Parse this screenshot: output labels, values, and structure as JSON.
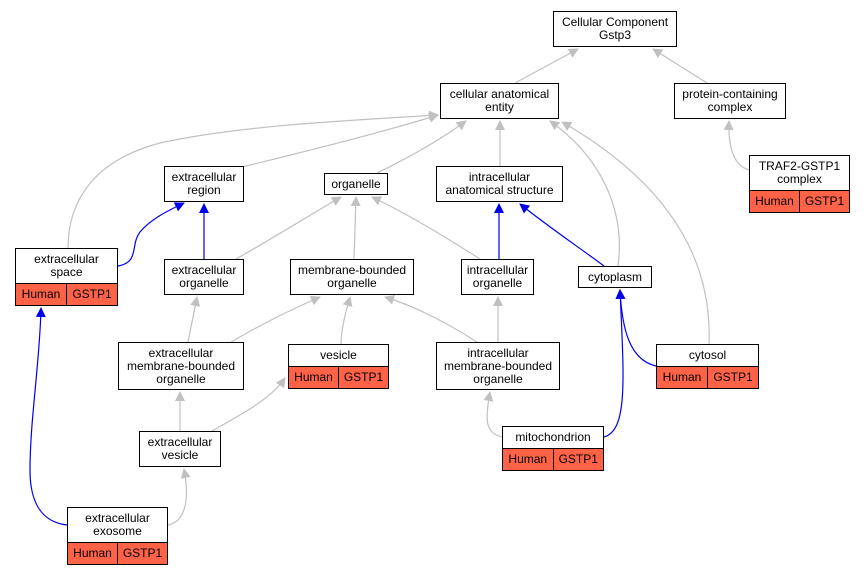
{
  "colors": {
    "is_a": "#c0c0c0",
    "part_of": "#0000ee",
    "annotation": "#ff6347"
  },
  "nodes": {
    "root": {
      "label": "Cellular Component\nGstp3"
    },
    "cae": {
      "label": "cellular anatomical\nentity"
    },
    "pcc": {
      "label": "protein-containing\ncomplex"
    },
    "traf2": {
      "label": "TRAF2-GSTP1\ncomplex",
      "tags": [
        "Human",
        "GSTP1"
      ]
    },
    "ecregion": {
      "label": "extracellular\nregion"
    },
    "organelle": {
      "label": "organelle"
    },
    "ias": {
      "label": "intracellular\nanatomical structure"
    },
    "ecspace": {
      "label": "extracellular\nspace",
      "tags": [
        "Human",
        "GSTP1"
      ]
    },
    "ecorg": {
      "label": "extracellular\norganelle"
    },
    "mbo": {
      "label": "membrane-bounded\norganelle"
    },
    "icorg": {
      "label": "intracellular\norganelle"
    },
    "cytoplasm": {
      "label": "cytoplasm"
    },
    "ecmbo": {
      "label": "extracellular\nmembrane-bounded\norganelle"
    },
    "vesicle": {
      "label": "vesicle",
      "tags": [
        "Human",
        "GSTP1"
      ]
    },
    "icmbo": {
      "label": "intracellular\nmembrane-bounded\norganelle"
    },
    "cytosol": {
      "label": "cytosol",
      "tags": [
        "Human",
        "GSTP1"
      ]
    },
    "ecvesicle": {
      "label": "extracellular\nvesicle"
    },
    "mito": {
      "label": "mitochondrion",
      "tags": [
        "Human",
        "GSTP1"
      ]
    },
    "exosome": {
      "label": "extracellular\nexosome",
      "tags": [
        "Human",
        "GSTP1"
      ]
    }
  },
  "edges": [
    {
      "from": "cae",
      "to": "root",
      "type": "is_a"
    },
    {
      "from": "pcc",
      "to": "root",
      "type": "is_a"
    },
    {
      "from": "traf2",
      "to": "pcc",
      "type": "is_a"
    },
    {
      "from": "ecregion",
      "to": "cae",
      "type": "is_a"
    },
    {
      "from": "organelle",
      "to": "cae",
      "type": "is_a"
    },
    {
      "from": "ias",
      "to": "cae",
      "type": "is_a"
    },
    {
      "from": "ecspace",
      "to": "cae",
      "type": "is_a"
    },
    {
      "from": "cytoplasm",
      "to": "cae",
      "type": "is_a"
    },
    {
      "from": "cytosol",
      "to": "cae",
      "type": "is_a"
    },
    {
      "from": "ecspace",
      "to": "ecregion",
      "type": "part_of"
    },
    {
      "from": "ecorg",
      "to": "ecregion",
      "type": "part_of"
    },
    {
      "from": "ecorg",
      "to": "organelle",
      "type": "is_a"
    },
    {
      "from": "mbo",
      "to": "organelle",
      "type": "is_a"
    },
    {
      "from": "icorg",
      "to": "organelle",
      "type": "is_a"
    },
    {
      "from": "icorg",
      "to": "ias",
      "type": "part_of"
    },
    {
      "from": "cytoplasm",
      "to": "ias",
      "type": "part_of"
    },
    {
      "from": "ecmbo",
      "to": "ecorg",
      "type": "is_a"
    },
    {
      "from": "ecmbo",
      "to": "mbo",
      "type": "is_a"
    },
    {
      "from": "vesicle",
      "to": "mbo",
      "type": "is_a"
    },
    {
      "from": "icmbo",
      "to": "mbo",
      "type": "is_a"
    },
    {
      "from": "icmbo",
      "to": "icorg",
      "type": "is_a"
    },
    {
      "from": "cytosol",
      "to": "cytoplasm",
      "type": "part_of"
    },
    {
      "from": "mito",
      "to": "cytoplasm",
      "type": "part_of"
    },
    {
      "from": "mito",
      "to": "icmbo",
      "type": "is_a"
    },
    {
      "from": "ecvesicle",
      "to": "ecmbo",
      "type": "is_a"
    },
    {
      "from": "ecvesicle",
      "to": "vesicle",
      "type": "is_a"
    },
    {
      "from": "exosome",
      "to": "ecvesicle",
      "type": "is_a"
    },
    {
      "from": "exosome",
      "to": "ecspace",
      "type": "part_of"
    }
  ]
}
